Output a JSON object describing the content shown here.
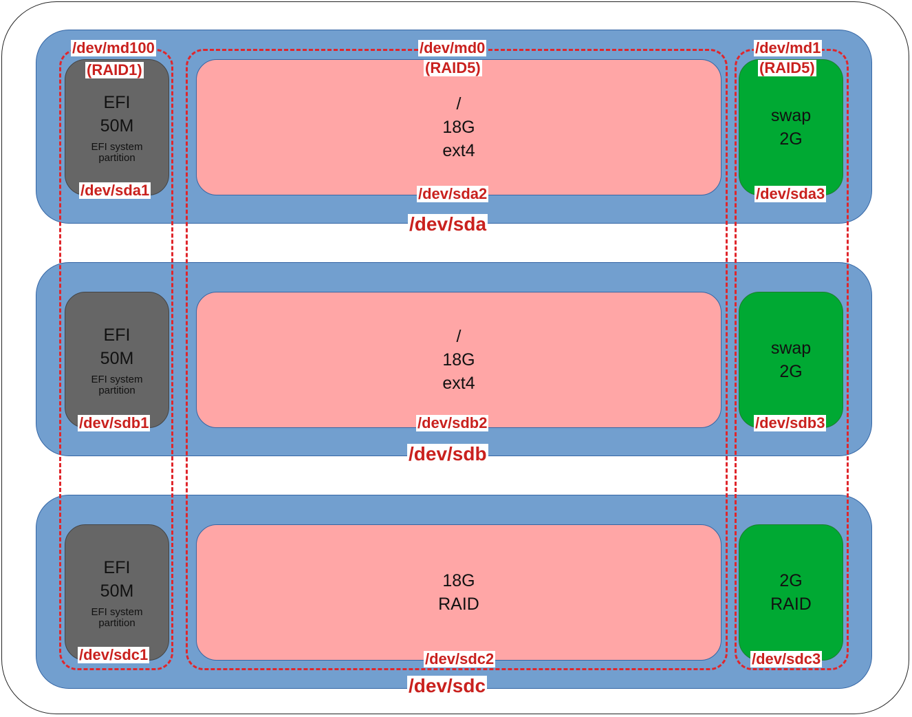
{
  "disks": [
    {
      "name": "/dev/sda",
      "efi": {
        "title": "EFI",
        "size": "50M",
        "desc": "EFI system partition",
        "dev": "/dev/sda1"
      },
      "root": {
        "line1": "/",
        "line2": "18G",
        "line3": "ext4",
        "dev": "/dev/sda2"
      },
      "swap": {
        "line1": "swap",
        "line2": "2G",
        "dev": "/dev/sda3"
      }
    },
    {
      "name": "/dev/sdb",
      "efi": {
        "title": "EFI",
        "size": "50M",
        "desc": "EFI system partition",
        "dev": "/dev/sdb1"
      },
      "root": {
        "line1": "/",
        "line2": "18G",
        "line3": "ext4",
        "dev": "/dev/sdb2"
      },
      "swap": {
        "line1": "swap",
        "line2": "2G",
        "dev": "/dev/sdb3"
      }
    },
    {
      "name": "/dev/sdc",
      "efi": {
        "title": "EFI",
        "size": "50M",
        "desc": "EFI system partition",
        "dev": "/dev/sdc1"
      },
      "root": {
        "line1": "18G",
        "line2": "RAID",
        "dev": "/dev/sdc2"
      },
      "swap": {
        "line1": "2G",
        "line2": "RAID",
        "dev": "/dev/sdc3"
      }
    }
  ],
  "arrays": [
    {
      "name": "/dev/md100",
      "level": "(RAID1)"
    },
    {
      "name": "/dev/md0",
      "level": "(RAID5)"
    },
    {
      "name": "/dev/md1",
      "level": "(RAID5)"
    }
  ],
  "colors": {
    "disk": "#729fcf",
    "efi": "#666666",
    "root": "#ffa6a6",
    "swap": "#00a933",
    "label": "#c9211e",
    "raid_outline": "#e0262b"
  }
}
